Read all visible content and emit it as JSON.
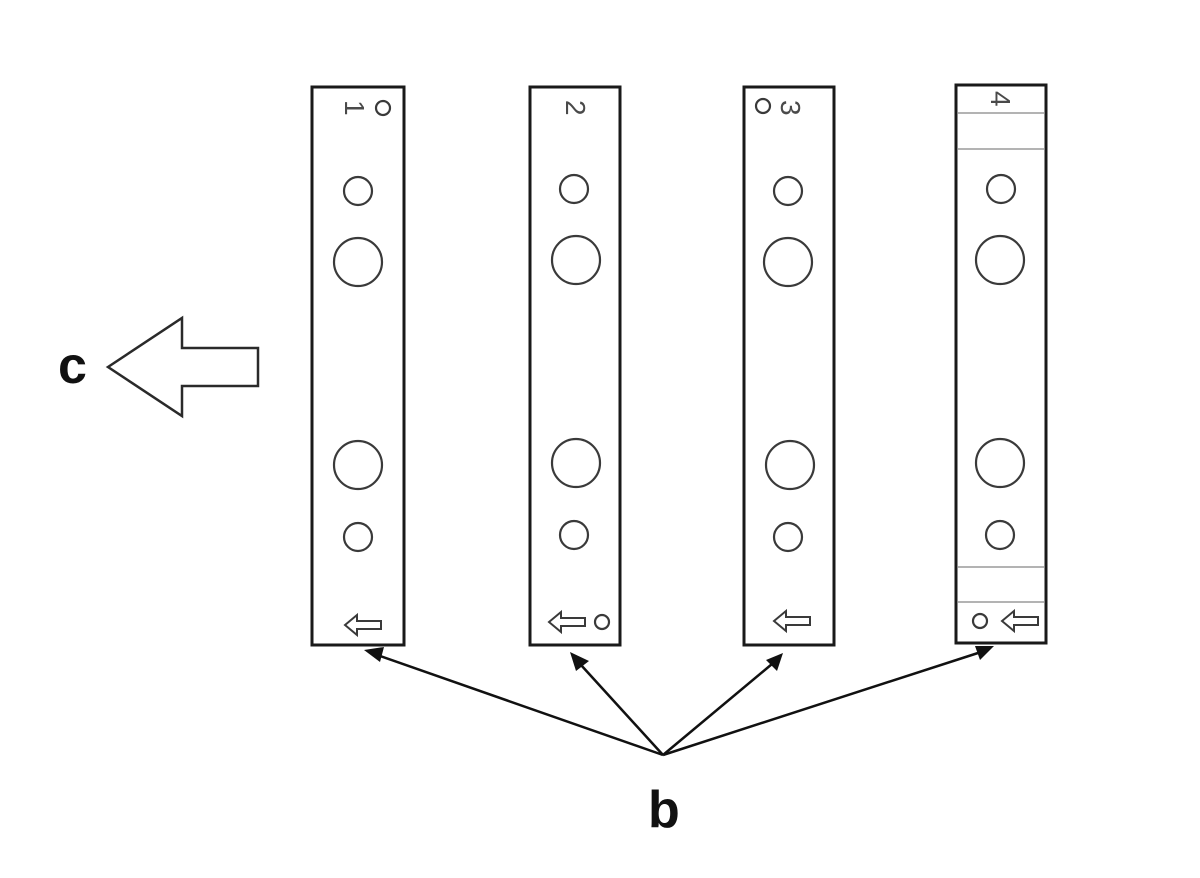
{
  "labels": {
    "direction": "c",
    "strips": "b"
  },
  "strips": [
    {
      "number": "1"
    },
    {
      "number": "2"
    },
    {
      "number": "3"
    },
    {
      "number": "4"
    }
  ]
}
